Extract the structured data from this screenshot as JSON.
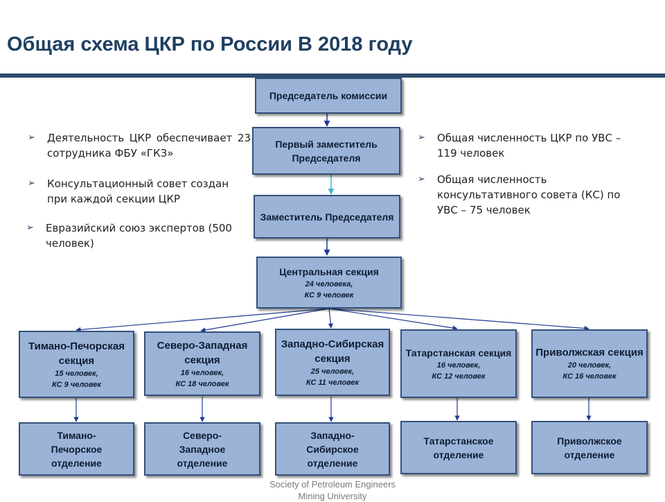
{
  "title": "Общая схема ЦКР по России В 2018 году",
  "boxes": {
    "chair": {
      "name": "Председатель комиссии"
    },
    "first_deputy": {
      "name": "Первый заместитель Председателя"
    },
    "deputy": {
      "name": "Заместитель Председателя"
    },
    "central": {
      "name": "Центральная секция",
      "line1": "24 человека,",
      "line2": "КС 9 человек"
    },
    "sections": [
      {
        "name": "Тимано-Печорская секция",
        "line1": "15 человек,",
        "line2": "КС 9 человек"
      },
      {
        "name": "Северо-Западная секция",
        "line1": "16 человек,",
        "line2": "КС 18 человек"
      },
      {
        "name": "Западно-Сибирская секция",
        "line1": "25 человек,",
        "line2": "КС 11 человек"
      },
      {
        "name": "Татарстанская секция",
        "line1": "16 человек,",
        "line2": "КС 12 человек"
      },
      {
        "name": "Приволжская секция",
        "line1": "20 человек,",
        "line2": "КС 16 человек"
      }
    ],
    "departments": [
      {
        "name": "Тимано-Печорское отделение"
      },
      {
        "name": "Северо-Западное отделение"
      },
      {
        "name": "Западно-Сибирское отделение"
      },
      {
        "name": "Татарстанское отделение"
      },
      {
        "name": "Приволжское отделение"
      }
    ]
  },
  "bullets_left": [
    "Деятельность ЦКР обеспечивает 23 сотрудника ФБУ «ГКЗ»",
    "Консультационный совет создан при каждой секции ЦКР",
    "Евразийский союз экспертов (500 человек)"
  ],
  "bullets_right": [
    "Общая численность ЦКР по УВС – 119 человек",
    "Общая численность консультативного совета (КС) по УВС – 75 человек"
  ],
  "footer": {
    "line1": "Society of Petroleum Engineers",
    "line2": "Mining University"
  },
  "colors": {
    "box_fill": "#9cb3d8",
    "box_border": "#33507a",
    "title": "#1f3f61",
    "rule": "#2e4c6d",
    "connector": "#1f3a93",
    "connector_accent": "#3fb8c8"
  },
  "icons": {
    "bullet": "arrow-bullet-icon"
  }
}
